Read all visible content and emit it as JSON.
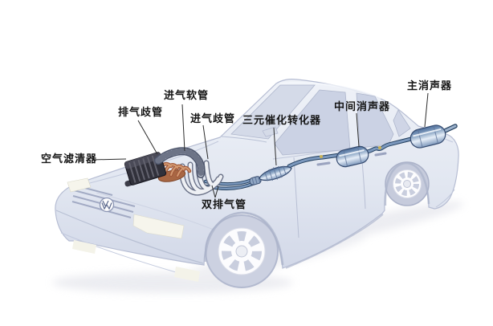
{
  "diagram": {
    "kind": "labeled-parts-diagram"
  },
  "labels": [
    {
      "id": "air-filter",
      "text": "空气滤清器"
    },
    {
      "id": "exhaust-manifold",
      "text": "排气歧管"
    },
    {
      "id": "intake-hose",
      "text": "进气软管"
    },
    {
      "id": "intake-manifold",
      "text": "进气歧管"
    },
    {
      "id": "dual-exhaust-pipe",
      "text": "双排气管"
    },
    {
      "id": "catalytic-converter",
      "text": "三元催化转化器"
    },
    {
      "id": "middle-muffler",
      "text": "中间消声器"
    },
    {
      "id": "main-muffler",
      "text": "主消声器"
    }
  ],
  "icons": {
    "vw_logo": "volkswagen-badge"
  },
  "colors": {
    "background": "#ffffff",
    "car_body": "#e4e8f2",
    "car_shadow_line": "#b6bdd3",
    "window": "#cbd2e4",
    "exhaust_pipe": "#7b98bd",
    "pipe_outline": "#2c4467",
    "muffler_metal_light": "#e6eef8",
    "muffler_metal_dark": "#50719e",
    "manifold_copper": "#b5714d",
    "downpipe_white": "#eef0f4",
    "air_filter_dark": "#31313b",
    "headlight": "#f6f5ec",
    "label_text": "#151515",
    "leader_line": "#2b2b2b",
    "hanger_dot": "#c9b257"
  }
}
